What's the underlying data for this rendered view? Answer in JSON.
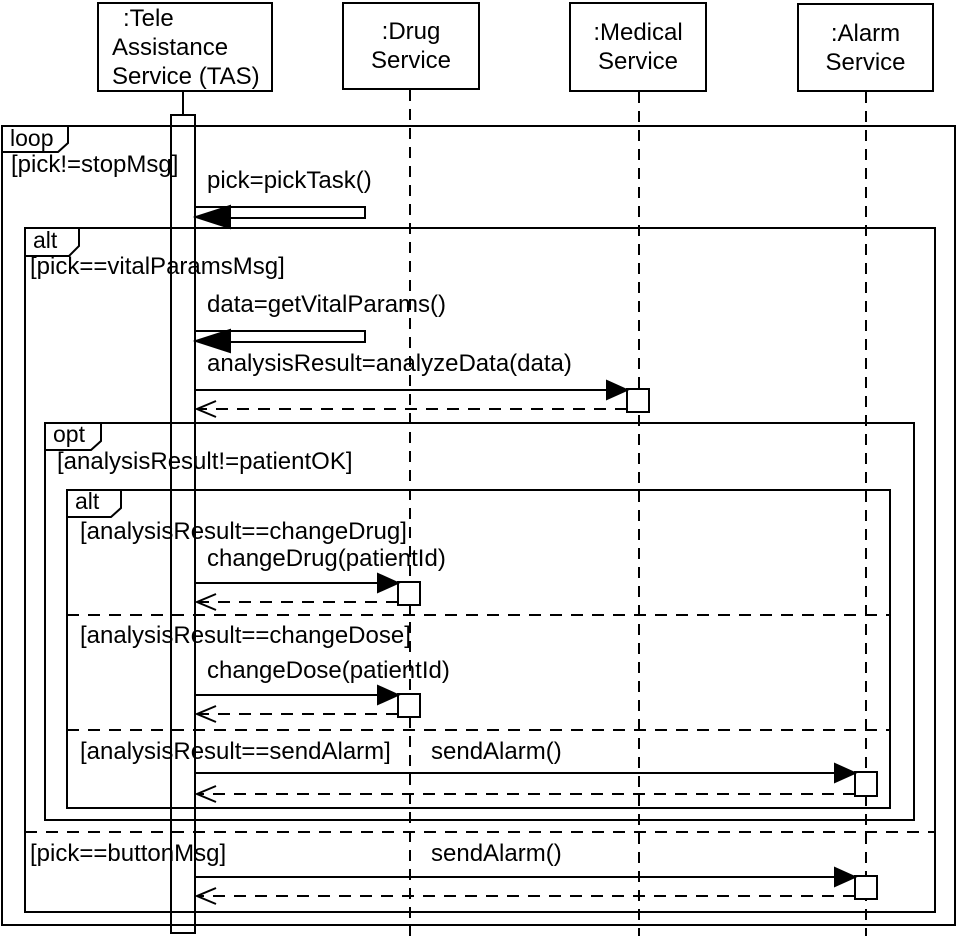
{
  "colors": {
    "line": "#000000",
    "background": "#ffffff"
  },
  "participants": [
    {
      "id": "tas",
      "lines": [
        ":Tele",
        "Assistance",
        "Service (TAS)"
      ]
    },
    {
      "id": "drug",
      "lines": [
        ":Drug",
        "Service"
      ]
    },
    {
      "id": "medical",
      "lines": [
        ":Medical",
        "Service"
      ]
    },
    {
      "id": "alarm",
      "lines": [
        ":Alarm",
        "Service"
      ]
    }
  ],
  "frames": {
    "loop": {
      "label": "loop",
      "guard": "[pick!=stopMsg]"
    },
    "alt_outer": {
      "label": "alt",
      "guard_vital": "[pick==vitalParamsMsg]",
      "guard_button": "[pick==buttonMsg]"
    },
    "opt": {
      "label": "opt",
      "guard": "[analysisResult!=patientOK]"
    },
    "alt_inner": {
      "label": "alt",
      "guard_drug": "[analysisResult==changeDrug]",
      "guard_dose": "[analysisResult==changeDose]",
      "guard_alarm": "[analysisResult==sendAlarm]"
    }
  },
  "messages": {
    "pick_task": "pick=pickTask()",
    "get_vital_params": "data=getVitalParams()",
    "analyze_data": "analysisResult=analyzeData(data)",
    "change_drug": "changeDrug(patientId)",
    "change_dose": "changeDose(patientId)",
    "send_alarm_inner": "sendAlarm()",
    "send_alarm_button": "sendAlarm()"
  }
}
